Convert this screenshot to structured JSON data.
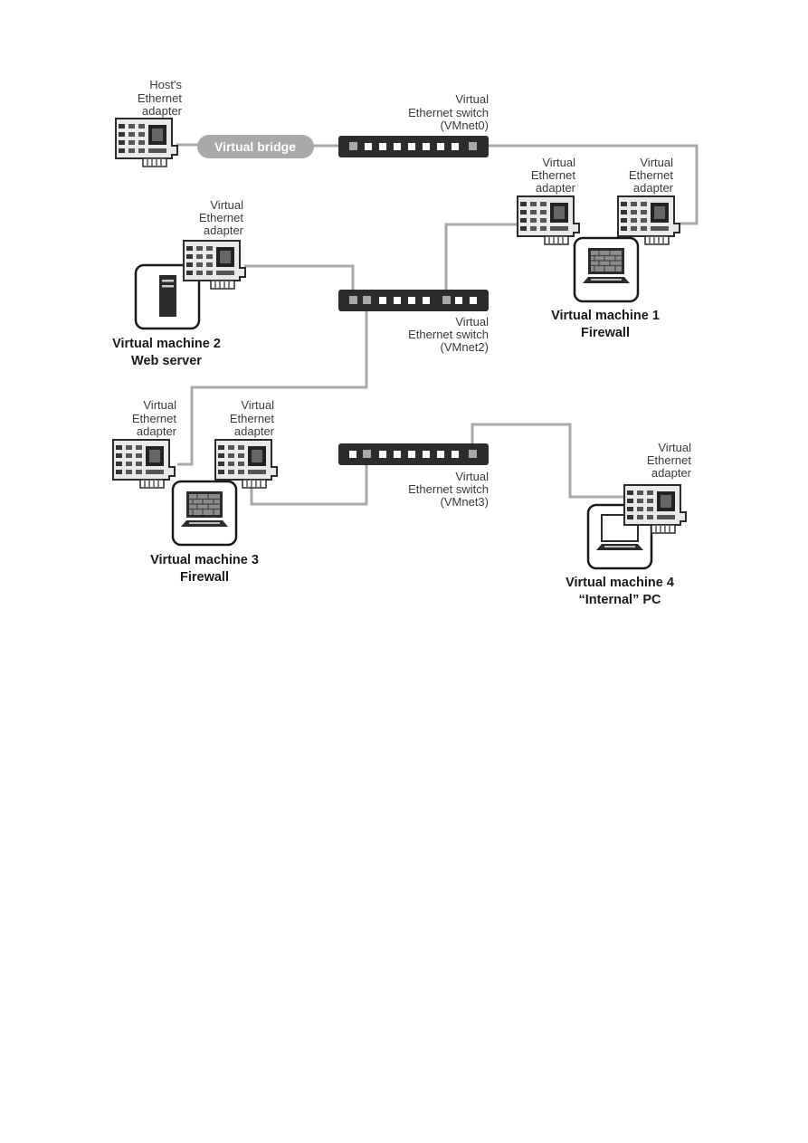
{
  "host_adapter": {
    "label": [
      "Host's",
      "Ethernet",
      "adapter"
    ]
  },
  "bridge": {
    "label": "Virtual bridge"
  },
  "switches": {
    "vmnet0": {
      "label": [
        "Virtual",
        "Ethernet switch",
        "(VMnet0)"
      ]
    },
    "vmnet2": {
      "label": [
        "Virtual",
        "Ethernet switch",
        "(VMnet2)"
      ]
    },
    "vmnet3": {
      "label": [
        "Virtual",
        "Ethernet switch",
        "(VMnet3)"
      ]
    }
  },
  "virtual_adapter_label": [
    "Virtual",
    "Ethernet",
    "adapter"
  ],
  "machines": {
    "vm1": {
      "name": "Virtual machine 1",
      "role": "Firewall"
    },
    "vm2": {
      "name": "Virtual machine 2",
      "role": "Web server"
    },
    "vm3": {
      "name": "Virtual machine 3",
      "role": "Firewall"
    },
    "vm4": {
      "name": "Virtual machine 4",
      "role": "“Internal” PC"
    }
  },
  "colors": {
    "wire": "#a8a8a8",
    "switch": "#2b2b2b",
    "bridge": "#a9a9a9",
    "adapter_board": "#e9e9e9"
  }
}
